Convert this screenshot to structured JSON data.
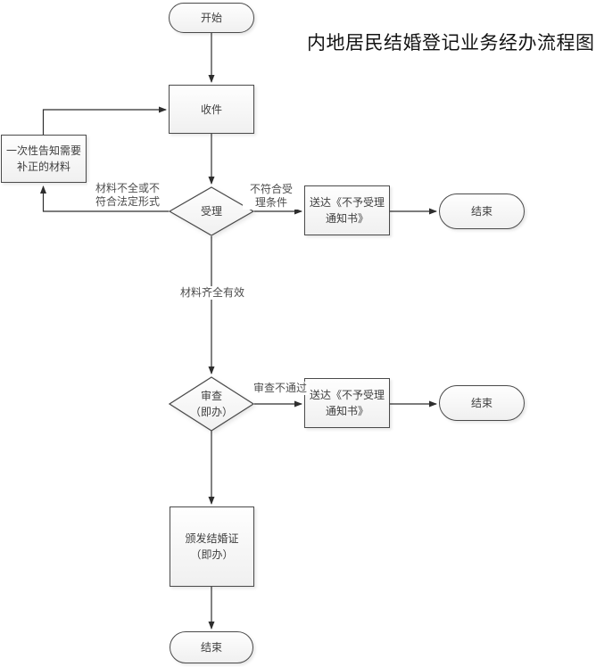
{
  "title": "内地居民结婚登记业务经办流程图",
  "colors": {
    "border": "#4a4a4a",
    "line": "#2e2e2e",
    "fill_top": "#fefefe",
    "fill_bottom": "#f0f0f0",
    "shape_text": "#3e3e3e",
    "edge_label_text": "#4d4d4d"
  },
  "nodes": {
    "start": {
      "type": "terminator",
      "label": "开始"
    },
    "receive": {
      "type": "process",
      "label": "收件"
    },
    "notify": {
      "type": "process",
      "label": "一次性告知需要补正的材料"
    },
    "accept": {
      "type": "decision",
      "label": "受理"
    },
    "reject1": {
      "type": "process",
      "label": "送达《不予受理通知书》"
    },
    "end1": {
      "type": "terminator",
      "label": "结束"
    },
    "review": {
      "type": "decision",
      "label": "审查\n（即办）"
    },
    "reject2": {
      "type": "process",
      "label": "送达《不予受理通知书》"
    },
    "end2": {
      "type": "terminator",
      "label": "结束"
    },
    "issue": {
      "type": "process",
      "label": "颁发结婚证\n（即办）"
    },
    "end3": {
      "type": "terminator",
      "label": "结束"
    }
  },
  "edge_labels": {
    "incomplete": "材料不全或不\n符合法定形式",
    "not_qualified": "不符合受\n理条件",
    "complete_valid": "材料齐全有效",
    "review_fail": "审查不通过"
  }
}
